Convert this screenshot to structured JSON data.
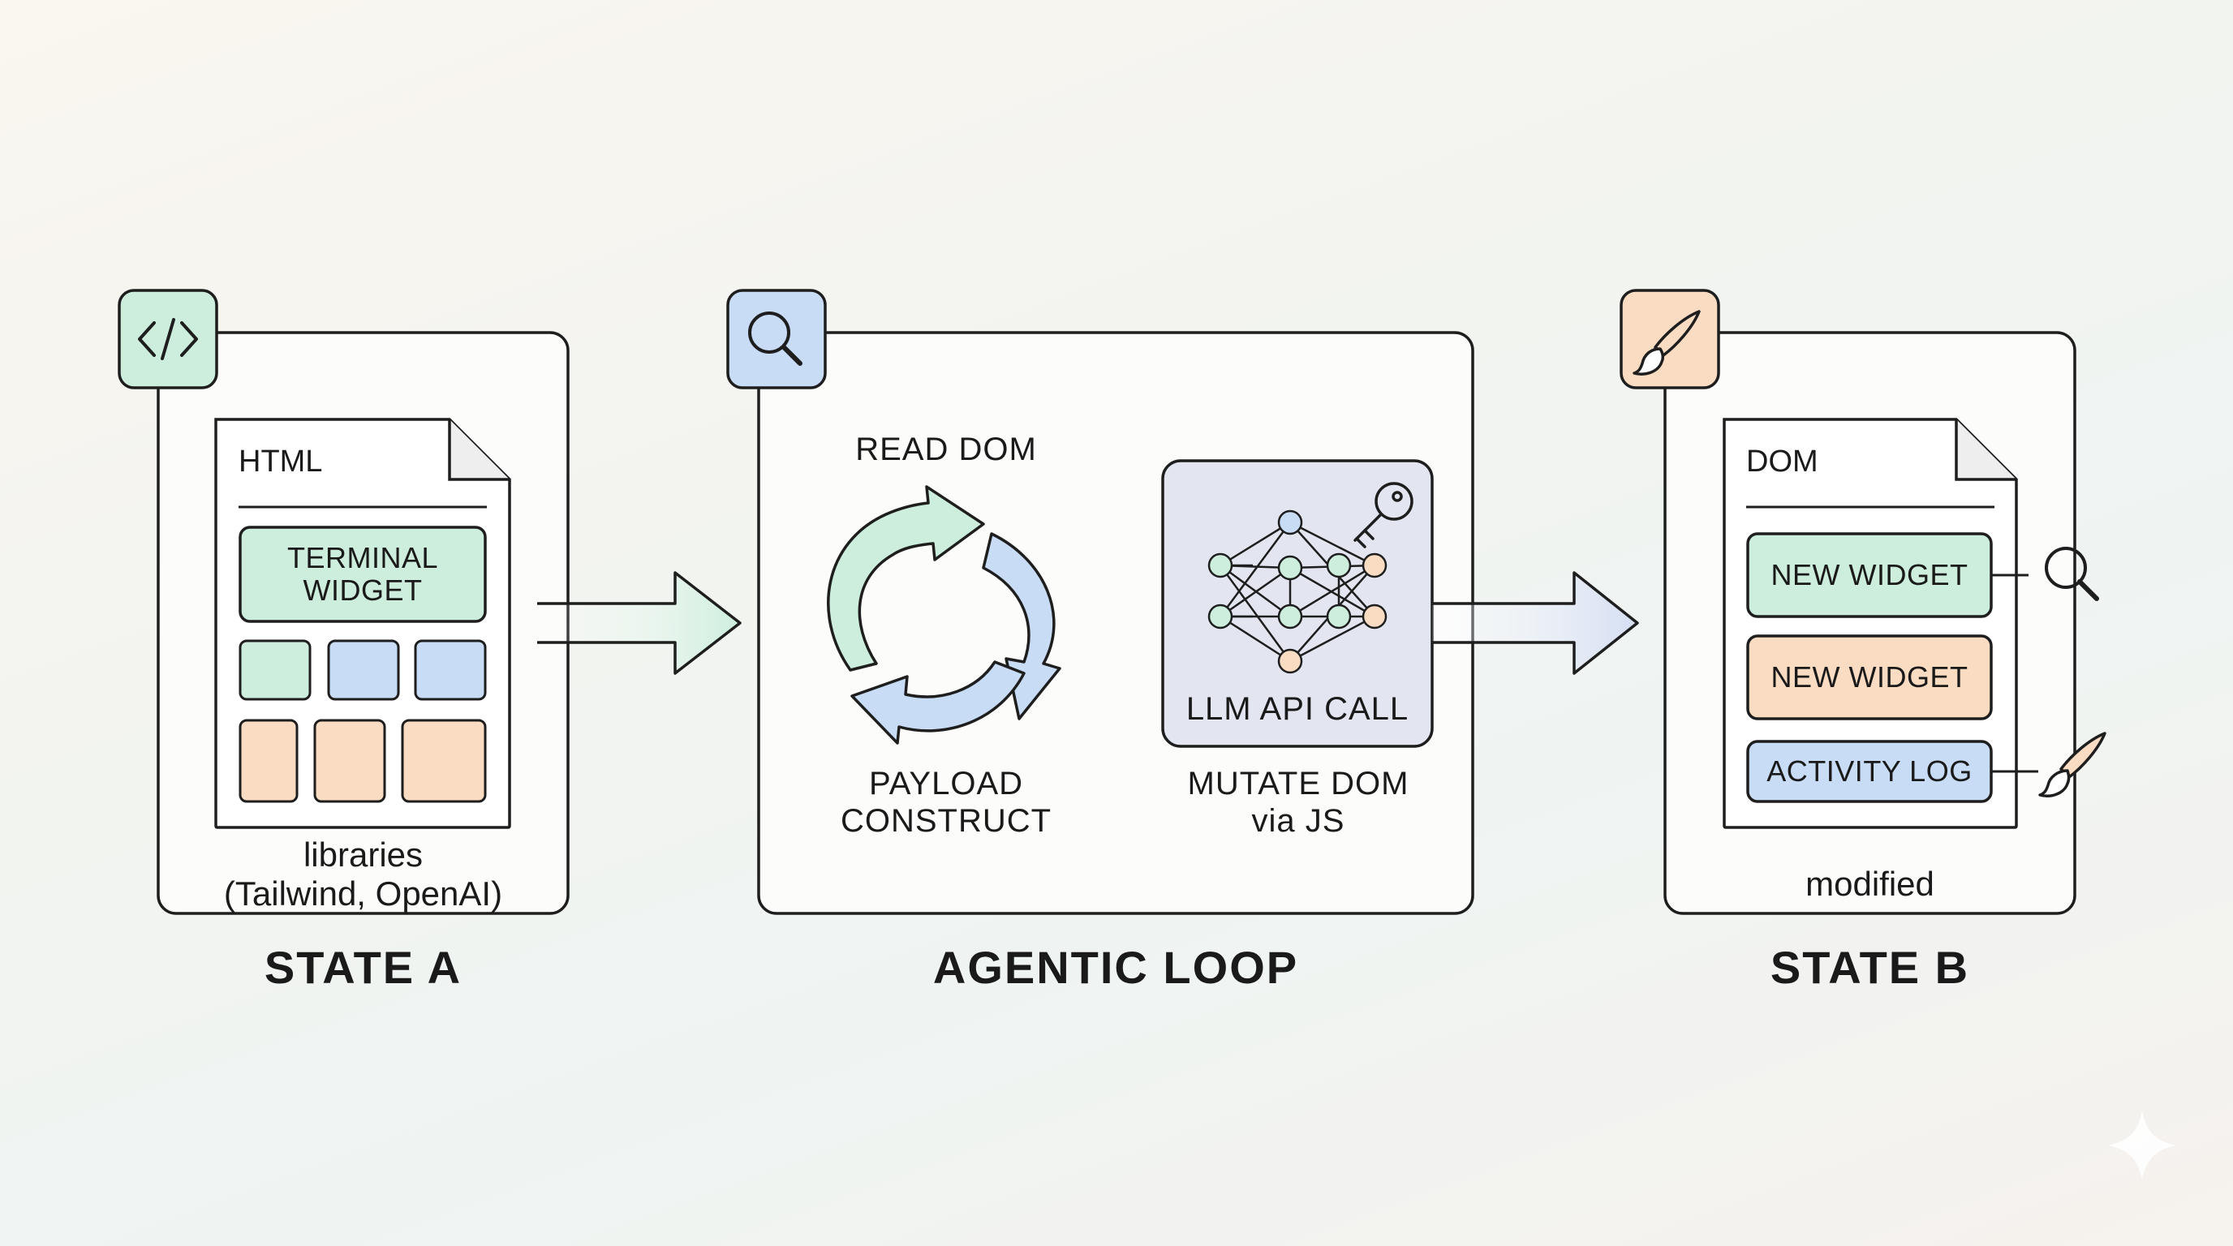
{
  "colors": {
    "green": "#cdeedd",
    "blue": "#c8dcf6",
    "peach": "#f9dcc2",
    "lavender": "#e3e6f1",
    "stroke": "#1e1e1e"
  },
  "state_a": {
    "title": "STATE A",
    "icon": "code-brackets-icon",
    "doc_header": "HTML",
    "widget_line1": "TERMINAL",
    "widget_line2": "WIDGET",
    "libraries_line1": "libraries",
    "libraries_line2": "(Tailwind, OpenAI)"
  },
  "agentic_loop": {
    "title": "AGENTIC LOOP",
    "icon": "magnifier-icon",
    "read_dom": "READ DOM",
    "payload_line1": "PAYLOAD",
    "payload_line2": "CONSTRUCT",
    "llm_call": "LLM API CALL",
    "mutate_line1": "MUTATE DOM",
    "mutate_line2": "via JS"
  },
  "state_b": {
    "title": "STATE B",
    "icon": "paintbrush-icon",
    "doc_header": "DOM",
    "widget1": "NEW WIDGET",
    "widget2": "NEW WIDGET",
    "widget3": "ACTIVITY LOG",
    "footer": "modified"
  }
}
